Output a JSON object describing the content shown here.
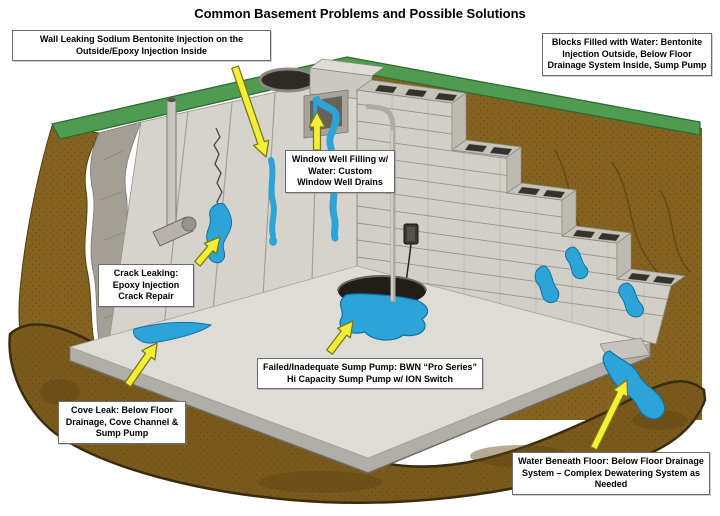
{
  "title": "Common Basement Problems and Possible Solutions",
  "callouts": [
    {
      "id": "wall-leaking",
      "text": "Wall Leaking  Sodium Bentonite Injection on the Outside/Epoxy Injection Inside"
    },
    {
      "id": "blocks-filled",
      "text": "Blocks Filled with Water: Bentonite Injection Outside, Below Floor Drainage System Inside, Sump Pump"
    },
    {
      "id": "window-well",
      "text": "Window Well Filling w/ Water: Custom Window Well Drains"
    },
    {
      "id": "crack-leaking",
      "text": "Crack Leaking: Epoxy Injection Crack Repair"
    },
    {
      "id": "sump-pump",
      "text": "Failed/Inadequate Sump Pump:  BWN “Pro Series” Hi Capacity Sump Pump w/ ION Switch"
    },
    {
      "id": "cove-leak",
      "text": "Cove Leak:  Below Floor Drainage, Cove Channel & Sump Pump"
    },
    {
      "id": "water-beneath-floor",
      "text": "Water Beneath Floor:  Below Floor Drainage System – Complex Dewatering System as Needed"
    }
  ],
  "arrows": [
    {
      "points_to": "wall-leak-spot",
      "direction": "down-right"
    },
    {
      "points_to": "window-well",
      "direction": "up"
    },
    {
      "points_to": "crack-leak",
      "direction": "up-right"
    },
    {
      "points_to": "sump-pit",
      "direction": "up-right"
    },
    {
      "points_to": "cove-leak",
      "direction": "up-right"
    },
    {
      "points_to": "water-beneath-floor",
      "direction": "up-right"
    }
  ],
  "colors": {
    "grass": "#4f9b51",
    "grass_outline": "#2f6b31",
    "soil": "#84621f",
    "soil_dark": "#54400f",
    "soil_mound": "#7a5a1c",
    "mound_edge": "#3a2b0d",
    "poured_wall": "#d6d3cc",
    "rough_concrete": "#a39f96",
    "block_wall": "#d2cfc8",
    "mortar": "#8f8b82",
    "floor": "#dedcd7",
    "floor_edge": "#b1aea7",
    "water": "#2da4d8",
    "water_outline": "#1272a8",
    "sump_pit": "#1f1e19",
    "arrow_fill": "#f3ef39",
    "arrow_outline": "#7c7716",
    "callout_border": "#6b6b6b",
    "text": "#000000"
  }
}
